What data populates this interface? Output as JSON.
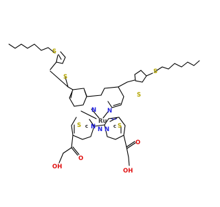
{
  "colors": {
    "bond": "#000000",
    "sulfur": "#b5a600",
    "nitrogen": "#2020e0",
    "oxygen": "#e01010",
    "metal": "#404040"
  },
  "atoms": {
    "s_chain_left": "S",
    "s_ring_left": "S",
    "s_chain_right": "S",
    "s_ring_right": "S",
    "n_top_left": "N",
    "n_top_right": "N",
    "metal": "Ru",
    "charge": "++",
    "s_ncs_left": "S",
    "c_ncs_left": "C",
    "n_ncs_left": "N",
    "n_lower_1": "N",
    "n_lower_2": "N",
    "c_ncs_right": "C",
    "s_ncs_right": "S",
    "o_left_carbonyl": "O",
    "oh_left": "OH",
    "o_right_carbonyl": "O",
    "oh_right": "OH"
  }
}
